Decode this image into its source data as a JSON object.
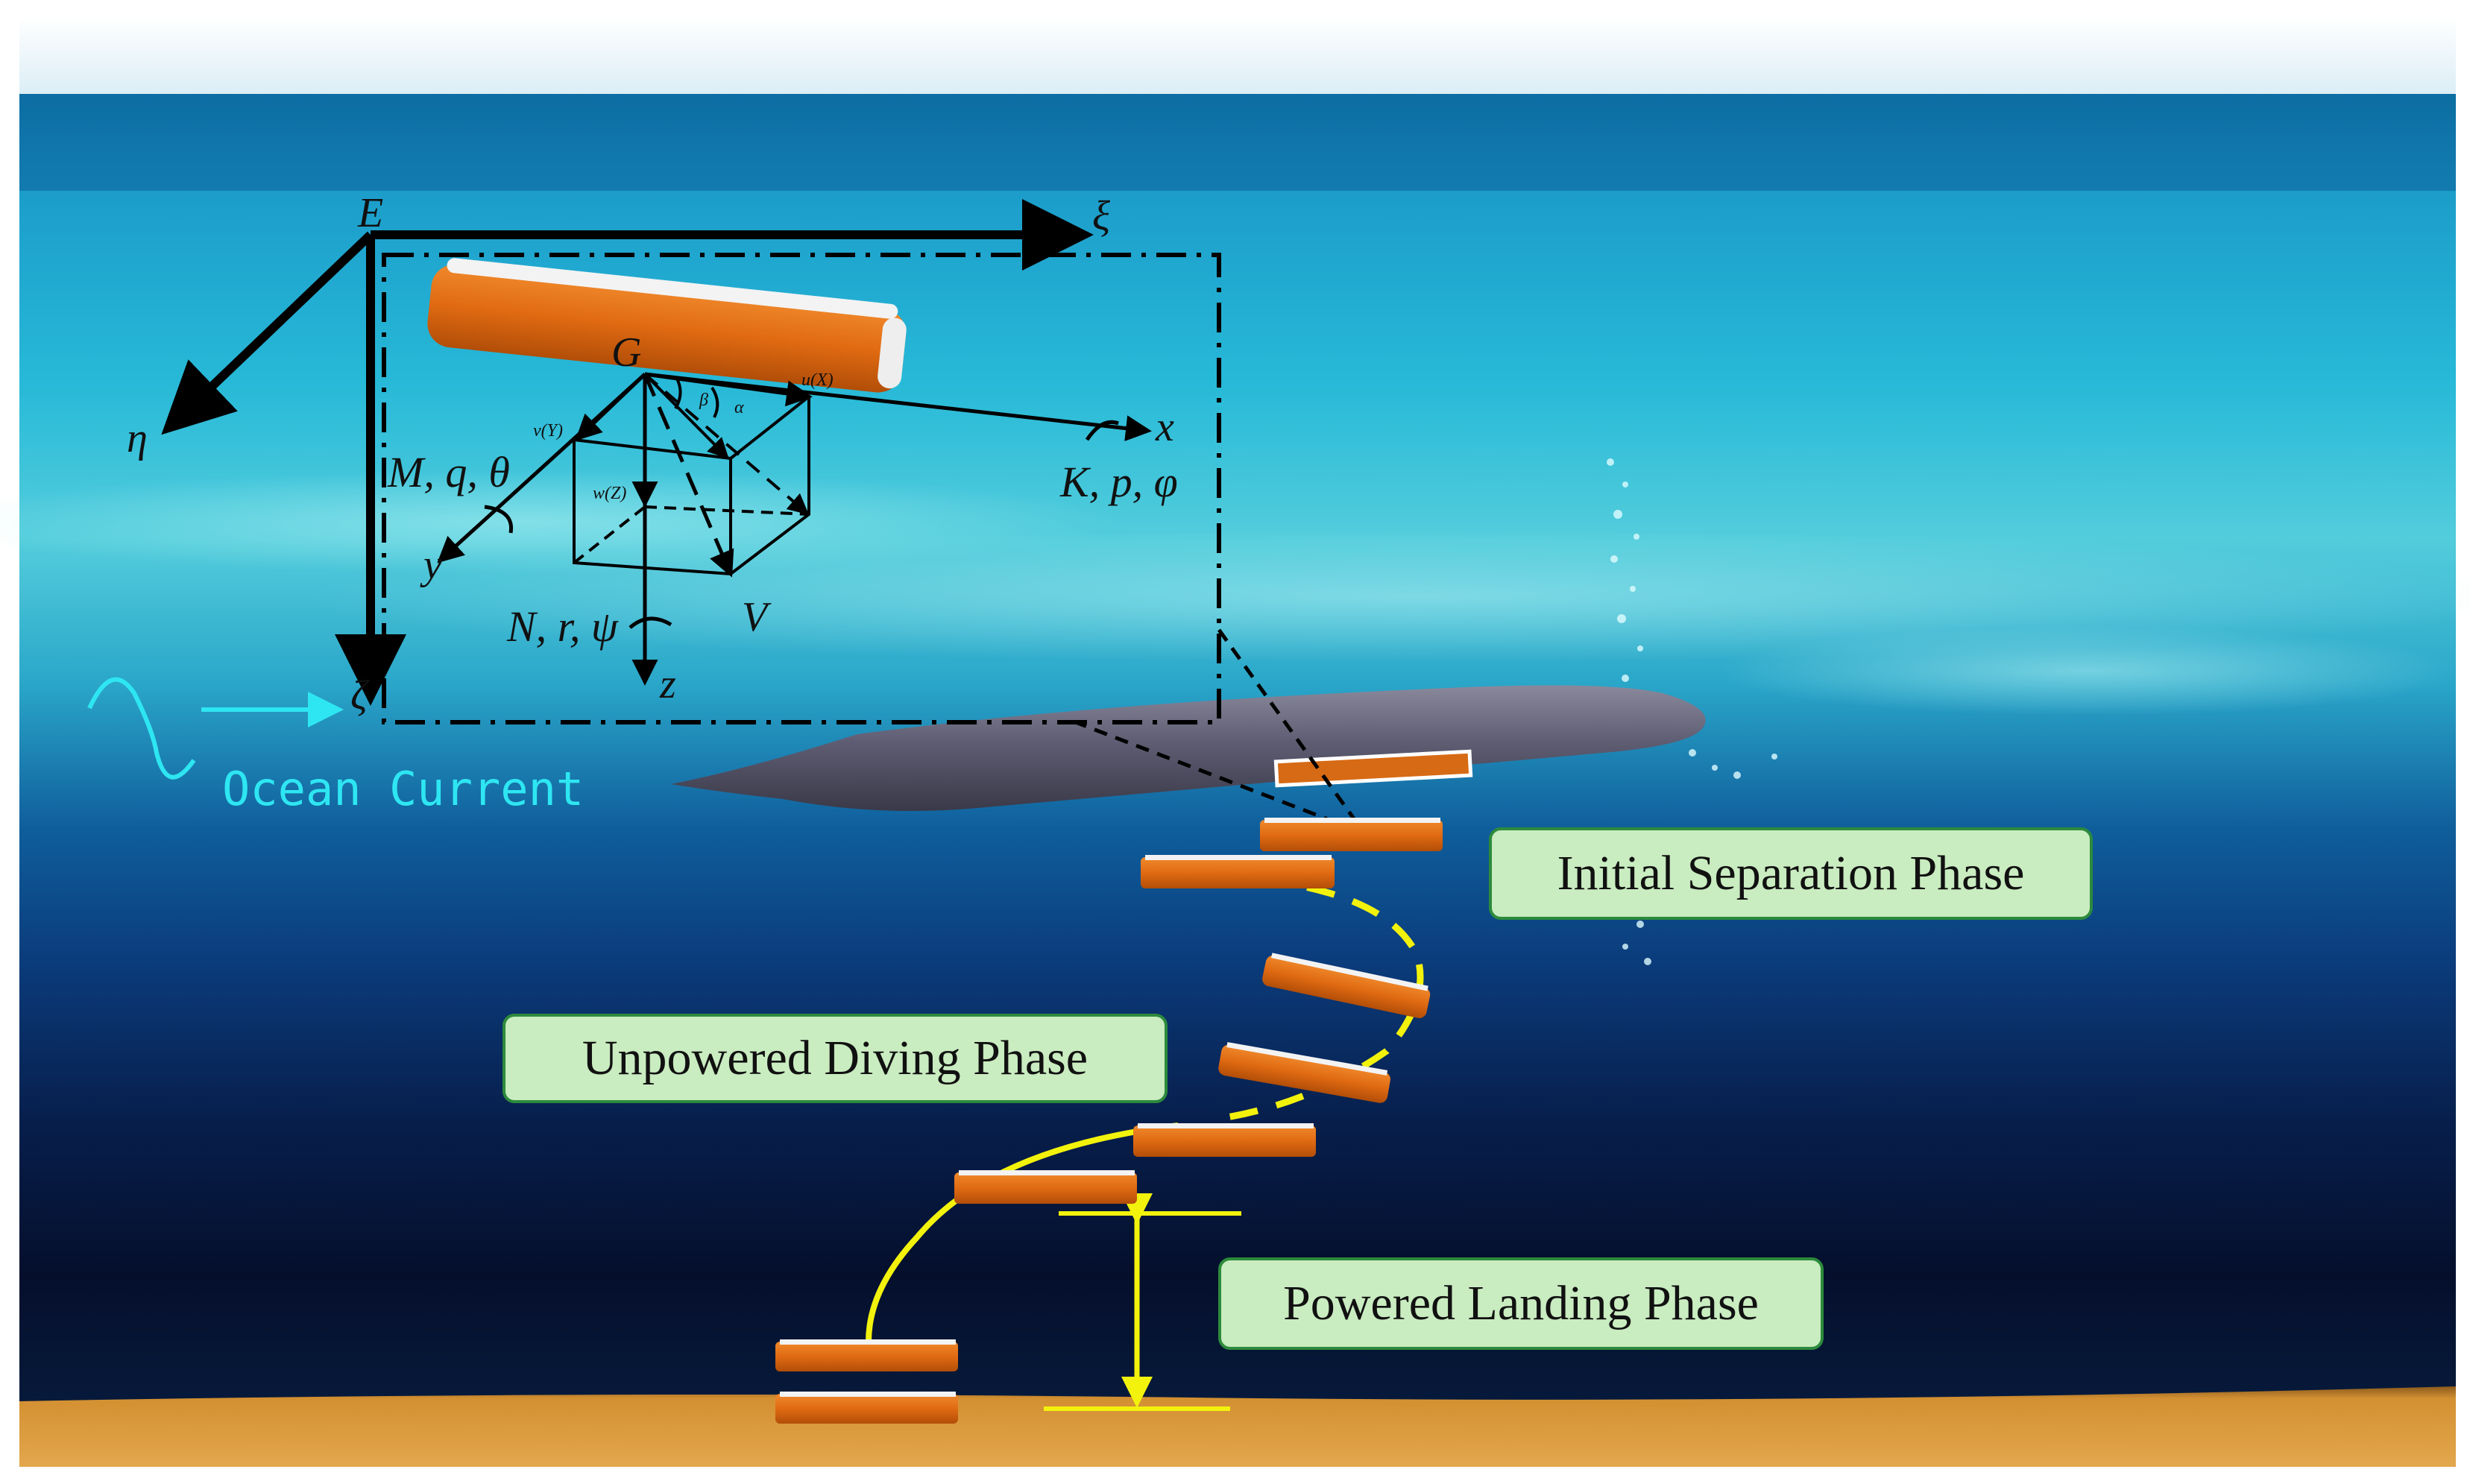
{
  "phases": {
    "initial_separation": "Initial Separation Phase",
    "unpowered_diving": "Unpowered Diving Phase",
    "powered_landing": "Powered Landing Phase"
  },
  "ocean_current_label": "Ocean Current",
  "frame_symbols": {
    "earth_origin": "E",
    "xi_axis": "ξ",
    "eta_axis": "η",
    "zeta_axis": "ζ",
    "body_center": "G",
    "x_axis": "x",
    "y_axis": "y",
    "z_axis": "z",
    "velocity": "V",
    "u_component": "u(X)",
    "v_component": "v(Y)",
    "w_component": "w(Z)",
    "alpha": "α",
    "beta": "β",
    "roll_group": "K, p, φ",
    "pitch_group": "M, q, θ",
    "yaw_group": "N, r, ψ"
  },
  "colors": {
    "sky": "#eef6fa",
    "surface_water": "#19b6d8",
    "deep_water": "#041433",
    "seabed": "#d99a3c",
    "vehicle_orange": "#e06a12",
    "submarine_hull": "#5d5c72",
    "trajectory": "#f2f20c",
    "current_arrow": "#2ee6f2",
    "phase_box_fill": "#c9ecc0",
    "phase_box_border": "#2c8a3c"
  }
}
